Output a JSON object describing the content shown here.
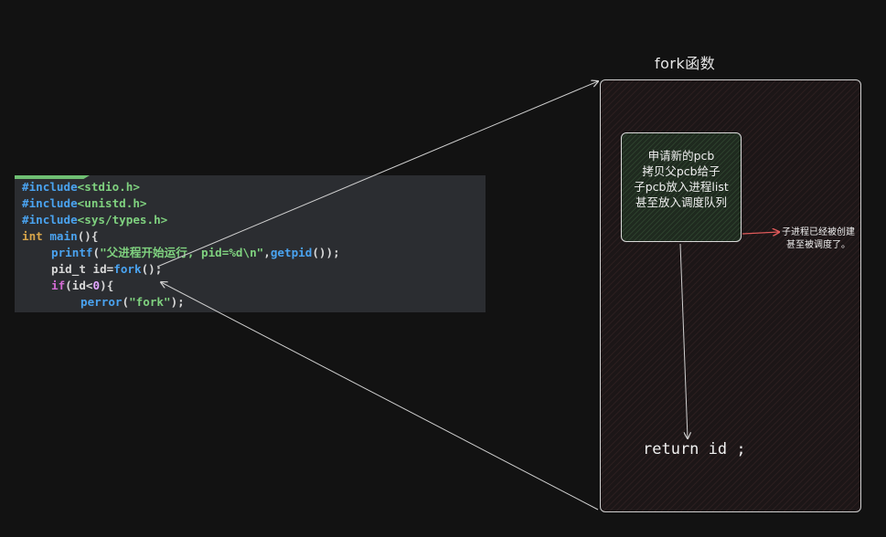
{
  "code": {
    "line1": {
      "directive": "#include",
      "header": "<stdio.h>"
    },
    "line2": {
      "directive": "#include",
      "header": "<unistd.h>"
    },
    "line3": {
      "directive": "#include",
      "header": "<sys/types.h>"
    },
    "line4": {
      "type": "int",
      "name": "main",
      "rest": "(){"
    },
    "line5": {
      "fn": "printf",
      "open": "(",
      "str": "\"父进程开始运行, pid=%d\\n\"",
      "comma": ",",
      "call": "getpid",
      "close": "());"
    },
    "line6": {
      "decl": "pid_t id=",
      "call": "fork",
      "close": "();"
    },
    "line7": {
      "kw": "if",
      "open": "(id<",
      "num": "0",
      "close": "){"
    },
    "line8": {
      "fn": "perror",
      "open": "(",
      "str": "\"fork\"",
      "close": ");"
    }
  },
  "frame": {
    "title": "fork函数",
    "steps": [
      "申请新的pcb",
      "拷贝父pcb给子",
      "子pcb放入进程list",
      "甚至放入调度队列"
    ],
    "child_note": [
      "子进程已经被创建",
      "甚至被调度了。"
    ],
    "return_label": "return id ;"
  },
  "colors": {
    "background": "#121212",
    "code_panel": "#2b2d31",
    "keyword": "#d7a54a",
    "function": "#4aa3f0",
    "string": "#7fd17f",
    "number": "#e2a6ff",
    "frame_fill": "#1c1617",
    "step_fill": "#1f2a1f",
    "arrow": "#cfcfcf",
    "note_arrow": "#e05a5a"
  }
}
